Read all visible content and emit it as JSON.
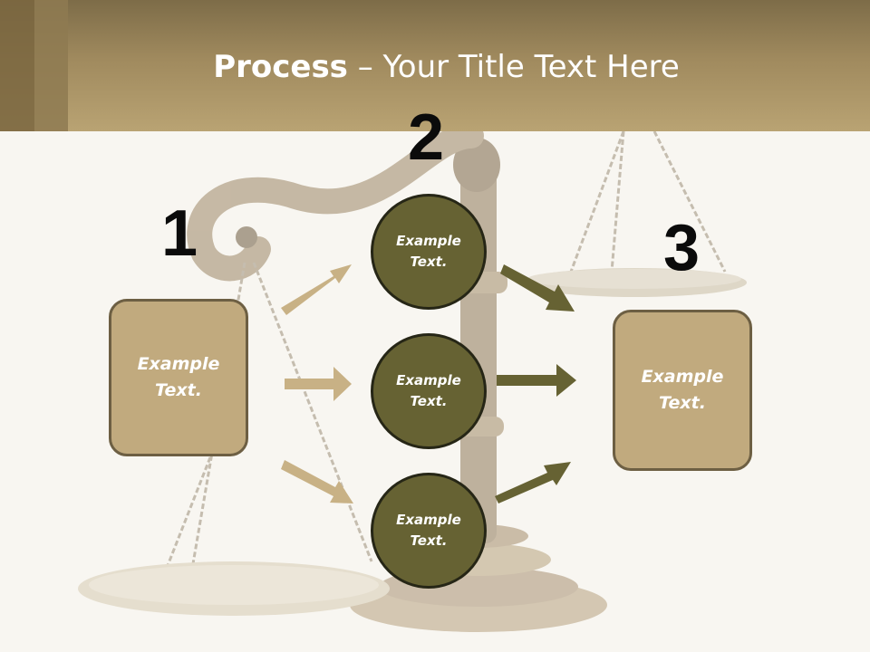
{
  "title": {
    "bold": "Process",
    "rest": " – Your Title Text Here"
  },
  "steps": {
    "n1": "1",
    "n2": "2",
    "n3": "3"
  },
  "left_box": {
    "text": "Example\nText."
  },
  "right_box": {
    "text": "Example\nText."
  },
  "circles": [
    {
      "text": "Example\nText."
    },
    {
      "text": "Example\nText."
    },
    {
      "text": "Example\nText."
    }
  ],
  "colors": {
    "header": "#b39d6e",
    "box_fill": "#c1aa7e",
    "circle_fill": "#666233",
    "left_arrow": "#c8b185",
    "right_arrow": "#666233",
    "background": "#f8f6f1"
  },
  "background_image": "scales-of-justice"
}
